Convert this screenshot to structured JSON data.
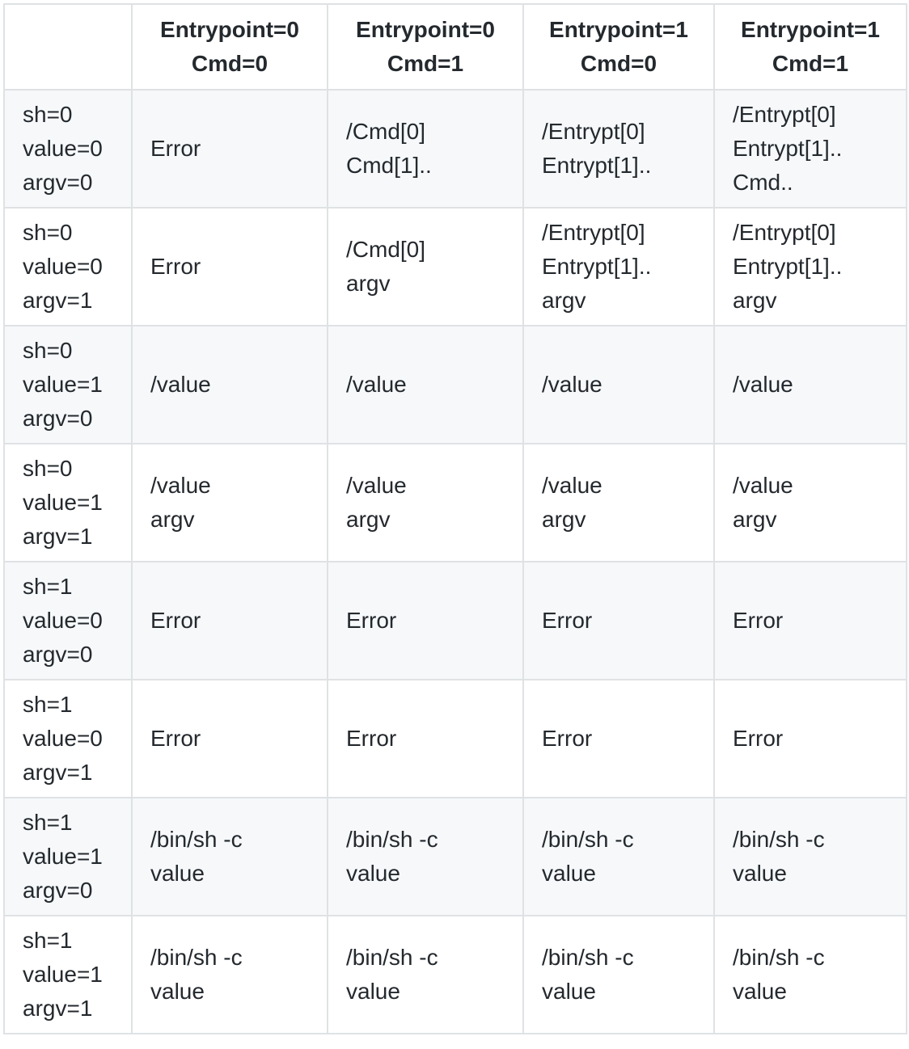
{
  "header": {
    "corner": "",
    "columns": [
      {
        "line1": "Entrypoint=0",
        "line2": "Cmd=0"
      },
      {
        "line1": "Entrypoint=0",
        "line2": "Cmd=1"
      },
      {
        "line1": "Entrypoint=1",
        "line2": "Cmd=0"
      },
      {
        "line1": "Entrypoint=1",
        "line2": "Cmd=1"
      }
    ]
  },
  "rows": [
    {
      "label": [
        "sh=0",
        "value=0",
        "argv=0"
      ],
      "cells": [
        [
          "Error"
        ],
        [
          "/Cmd[0]",
          "Cmd[1].."
        ],
        [
          "/Entrypt[0]",
          "Entrypt[1].."
        ],
        [
          "/Entrypt[0]",
          "Entrypt[1]..",
          "Cmd.."
        ]
      ]
    },
    {
      "label": [
        "sh=0",
        "value=0",
        "argv=1"
      ],
      "cells": [
        [
          "Error"
        ],
        [
          "/Cmd[0]",
          "argv"
        ],
        [
          "/Entrypt[0]",
          "Entrypt[1]..",
          "argv"
        ],
        [
          "/Entrypt[0]",
          "Entrypt[1]..",
          "argv"
        ]
      ]
    },
    {
      "label": [
        "sh=0",
        "value=1",
        "argv=0"
      ],
      "cells": [
        [
          "/value"
        ],
        [
          "/value"
        ],
        [
          "/value"
        ],
        [
          "/value"
        ]
      ]
    },
    {
      "label": [
        "sh=0",
        "value=1",
        "argv=1"
      ],
      "cells": [
        [
          "/value",
          "argv"
        ],
        [
          "/value",
          "argv"
        ],
        [
          "/value",
          "argv"
        ],
        [
          "/value",
          "argv"
        ]
      ]
    },
    {
      "label": [
        "sh=1",
        "value=0",
        "argv=0"
      ],
      "cells": [
        [
          "Error"
        ],
        [
          "Error"
        ],
        [
          "Error"
        ],
        [
          "Error"
        ]
      ]
    },
    {
      "label": [
        "sh=1",
        "value=0",
        "argv=1"
      ],
      "cells": [
        [
          "Error"
        ],
        [
          "Error"
        ],
        [
          "Error"
        ],
        [
          "Error"
        ]
      ]
    },
    {
      "label": [
        "sh=1",
        "value=1",
        "argv=0"
      ],
      "cells": [
        [
          "/bin/sh -c",
          "value"
        ],
        [
          "/bin/sh -c",
          "value"
        ],
        [
          "/bin/sh -c",
          "value"
        ],
        [
          "/bin/sh -c",
          "value"
        ]
      ]
    },
    {
      "label": [
        "sh=1",
        "value=1",
        "argv=1"
      ],
      "cells": [
        [
          "/bin/sh -c",
          "value"
        ],
        [
          "/bin/sh -c",
          "value"
        ],
        [
          "/bin/sh -c",
          "value"
        ],
        [
          "/bin/sh -c",
          "value"
        ]
      ]
    }
  ]
}
